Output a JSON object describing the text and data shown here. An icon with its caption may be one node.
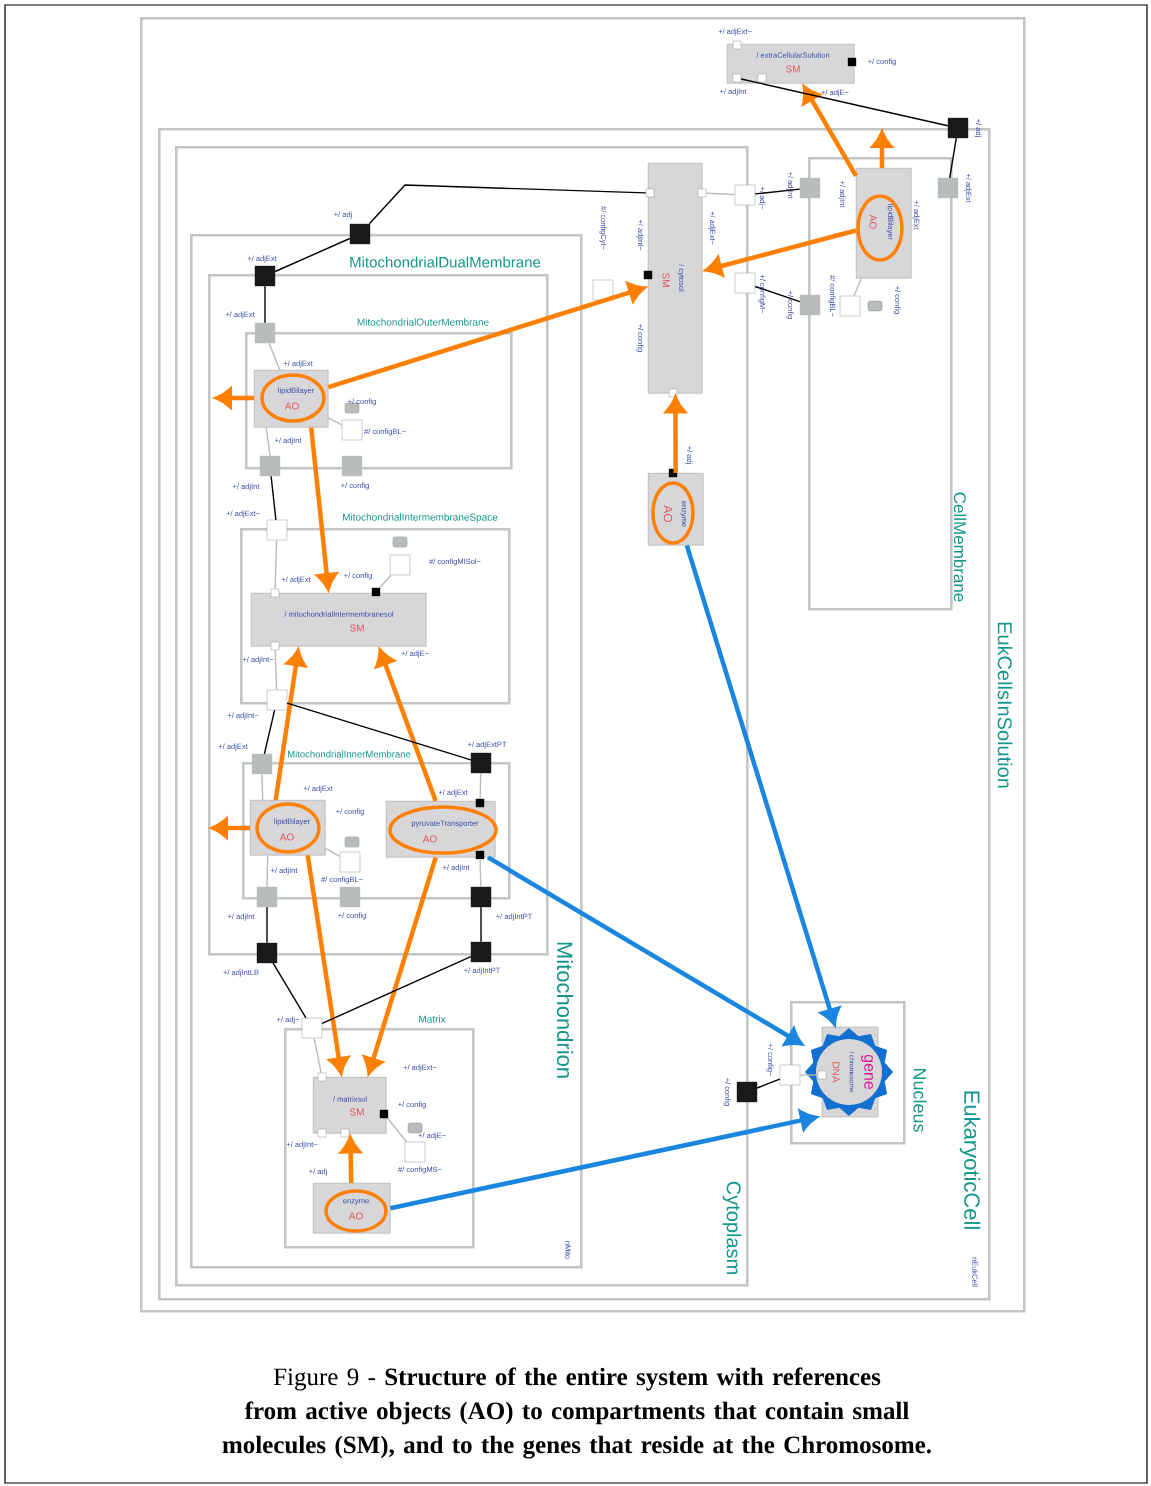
{
  "diagram": {
    "caption": "Figure 9 - **Structure of the entire system with references from active objects (AO) to compartments that contain small molecules (SM), and to the genes that reside at the Chromosome.**",
    "nodes": [
      {
        "text": [
          "EukCellsInSolution"
        ]
      },
      {
        "text": [
          "/ extraCellularSolution",
          "SM"
        ],
        "in": 0
      },
      {
        "text": [
          "EukaryoticCell"
        ],
        "in": 0
      },
      {
        "text": [
          "Cytoplasm"
        ],
        "in": 2
      },
      {
        "text": [
          "CellMembrane"
        ],
        "in": 2
      },
      {
        "text": [
          "lipidBilayer",
          "AO"
        ],
        "in": 4
      },
      {
        "text": [
          "Mitochondrion"
        ],
        "in": 3
      },
      {
        "text": [
          "MitochondrialDualMembrane"
        ],
        "in": 6
      },
      {
        "text": [
          "MitochondrialOuterMembrane"
        ],
        "in": 7
      },
      {
        "text": [
          "lipidBilayer",
          "AO"
        ],
        "in": 8
      },
      {
        "text": [
          "MitochondrialIntermembraneSpace"
        ],
        "in": 7
      },
      {
        "text": [
          "/ mitochondrialIntermembranesol",
          "SM"
        ],
        "in": 10
      },
      {
        "text": [
          "MitochondrialInnerMembrane"
        ],
        "in": 7
      },
      {
        "text": [
          "lipidBilayer",
          "AO"
        ],
        "in": 12
      },
      {
        "text": [
          "pyruvateTransporter",
          "AO"
        ],
        "in": 12
      },
      {
        "text": [
          "Matrix"
        ],
        "in": 6
      },
      {
        "text": [
          "/ matrixsol",
          "SM"
        ],
        "in": 15
      },
      {
        "text": [
          "enzyme",
          "AO"
        ],
        "in": 15
      },
      {
        "text": [
          "/ cytosol",
          "SM"
        ],
        "in": 3
      },
      {
        "text": [
          "enzyme",
          "AO"
        ],
        "in": 3
      },
      {
        "text": [
          "Nucleus"
        ],
        "in": 2
      },
      {
        "text": [
          "gene",
          "/ chromosome",
          "DNA"
        ],
        "in": 20
      },
      {
        "text": [],
        "shape": "box",
        "in": 0,
        "beside": [
          "+/ adjExt~"
        ]
      },
      {
        "text": [],
        "shape": "box",
        "in": 1,
        "beside": [
          "+/ config"
        ]
      },
      {
        "text": [],
        "shape": "box",
        "in": 1,
        "beside": [
          "+/ adjInt"
        ]
      },
      {
        "text": [],
        "shape": "box",
        "in": 1
      },
      {
        "text": [],
        "shape": "box",
        "in": 0,
        "beside": [
          "+/ adj"
        ]
      },
      {
        "text": [],
        "shape": "box",
        "in": 2,
        "beside": [
          "+/ adjInt"
        ]
      },
      {
        "text": [],
        "shape": "box",
        "in": 2,
        "beside": [
          "+/ adjExt"
        ]
      },
      {
        "text": [],
        "shape": "box",
        "in": 18,
        "beside": [
          "+/ adjInt~"
        ]
      },
      {
        "text": [],
        "shape": "box",
        "in": 3,
        "beside": [
          "+/ adjExt~"
        ]
      },
      {
        "text": [],
        "shape": "box",
        "in": 2,
        "beside": [
          "+/ adj~"
        ]
      },
      {
        "text": [],
        "shape": "box",
        "in": 3,
        "beside": [
          "+/ adj"
        ]
      },
      {
        "text": [],
        "shape": "box",
        "in": 3
      },
      {
        "text": [],
        "shape": "box",
        "in": 6,
        "beside": [
          "+/ adjExt"
        ]
      },
      {
        "text": [],
        "shape": "box",
        "in": 2,
        "beside": [
          "+/ configM~"
        ]
      },
      {
        "text": [],
        "shape": "box",
        "in": 3
      },
      {
        "text": [],
        "shape": "box",
        "in": 2,
        "beside": [
          "+/ config"
        ]
      },
      {
        "text": [],
        "shape": "box",
        "in": 4,
        "beside": [
          "#/ configBL~"
        ]
      },
      {
        "text": [],
        "shape": "box",
        "in": 7,
        "beside": [
          "+/ adjExt"
        ]
      },
      {
        "text": [],
        "shape": "box",
        "in": 3
      },
      {
        "text": [],
        "shape": "box",
        "in": 8,
        "beside": [
          "#/ configBL~"
        ]
      },
      {
        "text": [],
        "shape": "box",
        "in": 7,
        "beside": [
          "+/ adjInt"
        ]
      },
      {
        "text": [],
        "shape": "box",
        "in": 7,
        "beside": [
          "+/ config"
        ]
      },
      {
        "text": [],
        "shape": "box",
        "in": 3,
        "beside": [
          "+/ adj"
        ]
      },
      {
        "text": [],
        "shape": "box",
        "in": 7,
        "beside": [
          "+/ adjExt~"
        ]
      },
      {
        "text": [],
        "shape": "box",
        "in": 10,
        "beside": [
          "#/ configMISol~"
        ]
      },
      {
        "text": [],
        "shape": "box",
        "in": 10,
        "beside": [
          "+/ config"
        ]
      },
      {
        "text": [],
        "shape": "box",
        "in": 10,
        "beside": [
          "+/ adjExt"
        ]
      },
      {
        "text": [],
        "shape": "box",
        "in": 10,
        "beside": [
          "+/ adjInt~"
        ]
      },
      {
        "text": [],
        "shape": "box",
        "in": 7,
        "beside": [
          "+/ adjInt~"
        ]
      },
      {
        "text": [],
        "shape": "box",
        "in": 7,
        "beside": [
          "+/ adjExtPT"
        ]
      },
      {
        "text": [],
        "shape": "box",
        "in": 7,
        "beside": [
          "+/ adjExt"
        ]
      },
      {
        "text": [],
        "shape": "box",
        "in": 14,
        "beside": [
          "+/ adjExt"
        ]
      },
      {
        "text": [],
        "shape": "box",
        "in": 14,
        "beside": [
          "+/ adjInt"
        ]
      },
      {
        "text": [],
        "shape": "box",
        "in": 12,
        "beside": [
          "#/ configBL~"
        ]
      },
      {
        "text": [],
        "shape": "box",
        "in": 7,
        "beside": [
          "+/ adjInt"
        ]
      },
      {
        "text": [],
        "shape": "box",
        "in": 7,
        "beside": [
          "+/ config"
        ]
      },
      {
        "text": [],
        "shape": "box",
        "in": 7,
        "beside": [
          "+/ adjIntPT"
        ]
      },
      {
        "text": [],
        "shape": "box",
        "in": 6,
        "beside": [
          "+/ adjIntPT"
        ]
      },
      {
        "text": [],
        "shape": "box",
        "in": 6,
        "beside": [
          "+/ adjIntLB"
        ]
      },
      {
        "text": [],
        "shape": "box",
        "in": 6,
        "beside": [
          "+/ adj~"
        ]
      },
      {
        "text": [],
        "shape": "box",
        "in": 2,
        "beside": [
          "+/ config~"
        ]
      },
      {
        "text": [],
        "shape": "box",
        "in": 21
      },
      {
        "text": [],
        "shape": "box",
        "in": 15
      },
      {
        "text": [],
        "shape": "box",
        "in": 2,
        "beside": [
          "+/ config"
        ]
      },
      {
        "text": [],
        "shape": "box",
        "in": 16,
        "beside": [
          "+/ config"
        ]
      },
      {
        "text": [],
        "shape": "box",
        "in": 15,
        "beside": [
          "+/ adjInt~"
        ]
      },
      {
        "text": [],
        "shape": "box",
        "in": 15
      },
      {
        "text": [],
        "shape": "box",
        "in": 15,
        "beside": [
          "#/ configMS~"
        ]
      }
    ],
    "edges": [
      {
        "from": 5,
        "to": 1,
        "arrow": "to",
        "style": "thick",
        "color": "#ff7f00"
      },
      {
        "from": 5,
        "to": null,
        "arrow": "to",
        "style": "thick",
        "color": "#ff7f00"
      },
      {
        "from": 5,
        "to": 18,
        "arrow": "to",
        "style": "thick",
        "color": "#ff7f00"
      },
      {
        "from": 19,
        "to": 18,
        "arrow": "to",
        "style": "thick",
        "color": "#ff7f00"
      },
      {
        "from": 9,
        "to": null,
        "arrow": "to",
        "style": "thick",
        "color": "#ff7f00"
      },
      {
        "from": 9,
        "to": 18,
        "arrow": "to",
        "style": "thick",
        "color": "#ff7f00"
      },
      {
        "from": 9,
        "to": 11,
        "arrow": "to",
        "style": "thick",
        "color": "#ff7f00"
      },
      {
        "from": 13,
        "to": null,
        "arrow": "to",
        "style": "thick",
        "color": "#ff7f00"
      },
      {
        "from": 13,
        "to": 11,
        "arrow": "to",
        "style": "thick",
        "color": "#ff7f00"
      },
      {
        "from": 13,
        "to": 16,
        "arrow": "to",
        "style": "thick",
        "color": "#ff7f00"
      },
      {
        "from": 14,
        "to": 11,
        "arrow": "to",
        "style": "thick",
        "color": "#ff7f00"
      },
      {
        "from": 14,
        "to": 16,
        "arrow": "to",
        "style": "thick",
        "color": "#ff7f00"
      },
      {
        "from": 17,
        "to": 16,
        "arrow": "to",
        "style": "thick",
        "color": "#ff7f00"
      },
      {
        "from": 19,
        "to": 21,
        "arrow": "to",
        "style": "thick",
        "color": "#1a86e0"
      },
      {
        "from": 14,
        "to": 21,
        "arrow": "to",
        "style": "thick",
        "color": "#1a86e0"
      },
      {
        "from": 17,
        "to": 21,
        "arrow": "to",
        "style": "thick",
        "color": "#1a86e0"
      },
      {
        "from": 32,
        "to": 29,
        "arrow": "none",
        "color": "#000000"
      },
      {
        "from": 32,
        "to": 34,
        "arrow": "none",
        "color": "#000000"
      },
      {
        "from": 34,
        "to": 39,
        "arrow": "none",
        "color": "#000000"
      },
      {
        "from": 24,
        "to": 26,
        "arrow": "none",
        "color": "#000000"
      },
      {
        "from": 26,
        "to": 28,
        "arrow": "none",
        "color": "#000000"
      },
      {
        "from": 31,
        "to": 27,
        "arrow": "none",
        "color": "#000000"
      },
      {
        "from": 35,
        "to": 37,
        "arrow": "none",
        "color": "#000000"
      },
      {
        "from": 42,
        "to": 45,
        "arrow": "none",
        "color": "#000000"
      },
      {
        "from": 50,
        "to": 52,
        "arrow": "none",
        "color": "#000000"
      },
      {
        "from": 50,
        "to": 51,
        "arrow": "none",
        "color": "#000000"
      },
      {
        "from": 60,
        "to": 61,
        "arrow": "none",
        "color": "#000000"
      },
      {
        "from": 59,
        "to": 61,
        "arrow": "none",
        "color": "#000000"
      },
      {
        "from": 58,
        "to": 59,
        "arrow": "none",
        "color": "#000000"
      },
      {
        "from": 56,
        "to": 60,
        "arrow": "none",
        "color": "#000000"
      },
      {
        "from": 65,
        "to": 62,
        "arrow": "none",
        "color": "#000000"
      },
      {
        "from": 39,
        "to": 9,
        "arrow": "none"
      },
      {
        "from": 9,
        "to": 42,
        "arrow": "none"
      },
      {
        "from": 41,
        "to": 9,
        "arrow": "none"
      },
      {
        "from": 45,
        "to": 48,
        "arrow": "none"
      },
      {
        "from": 49,
        "to": 50,
        "arrow": "none"
      },
      {
        "from": 46,
        "to": 47,
        "arrow": "none"
      },
      {
        "from": 52,
        "to": 13,
        "arrow": "none"
      },
      {
        "from": 13,
        "to": 56,
        "arrow": "none"
      },
      {
        "from": 55,
        "to": 13,
        "arrow": "none"
      },
      {
        "from": 51,
        "to": 53,
        "arrow": "none"
      },
      {
        "from": 54,
        "to": 58,
        "arrow": "none"
      },
      {
        "from": 61,
        "to": 64,
        "arrow": "none"
      },
      {
        "from": 69,
        "to": 66,
        "arrow": "none"
      },
      {
        "from": 30,
        "to": 31,
        "arrow": "none"
      },
      {
        "from": 62,
        "to": 63,
        "arrow": "none"
      },
      {
        "from": 38,
        "to": 5,
        "arrow": "none"
      }
    ],
    "labels": [
      "+/ adjE~",
      "#/ configCyt~",
      "+/ config",
      "+/ adjExt",
      "+/ config",
      "+/ adjInt",
      "+/ adjE~",
      "+/ adjExt",
      "+/ config",
      "+/ adjInt",
      "+/ adjExt~",
      "+/ adjE~",
      "+/ adj",
      "+/ adjInt",
      "+/ adjExt",
      "+/ config",
      "nMito",
      "nEukCell"
    ]
  }
}
